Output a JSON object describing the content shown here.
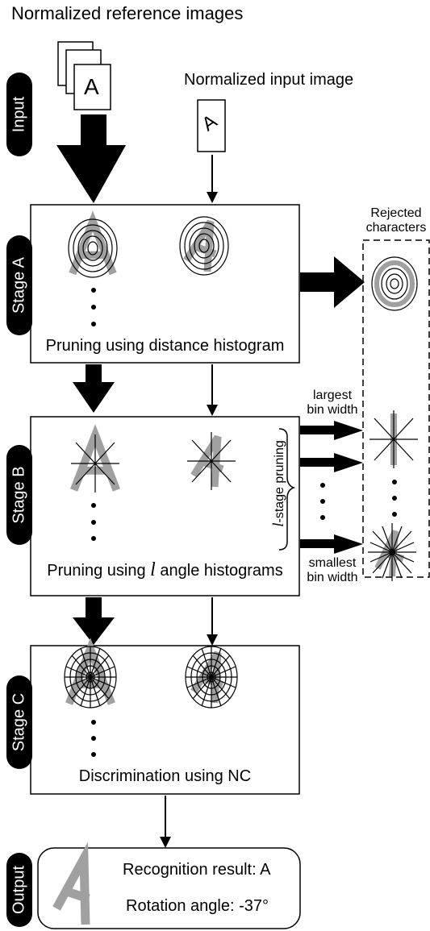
{
  "header": {
    "reference_images": "Normalized reference images",
    "input_image": "Normalized input image",
    "reference_glyph": "A",
    "input_glyph": "A"
  },
  "side_labels": {
    "input": "Input",
    "stage_a": "Stage A",
    "stage_b": "Stage B",
    "stage_c": "Stage C",
    "output": "Output"
  },
  "stage_a": {
    "caption": "Pruning using distance histogram"
  },
  "stage_b": {
    "caption_pre": "Pruning using ",
    "caption_var": "l",
    "caption_post": " angle histograms",
    "brace_var": "l",
    "brace_text": "-stage pruning"
  },
  "stage_c": {
    "caption": "Discrimination using NC"
  },
  "rejected": {
    "title_line1": "Rejected",
    "title_line2": "characters",
    "largest_line1": "largest",
    "largest_line2": "bin width",
    "smallest_line1": "smallest",
    "smallest_line2": "bin width"
  },
  "output": {
    "result": "Recognition result: A",
    "rotation": "Rotation angle: -37°"
  },
  "colors": {
    "glyph_gray": "#a0a0a0",
    "ink": "#000000",
    "background": "#ffffff"
  },
  "icons": [
    "stacked-pages-icon",
    "input-page-icon",
    "concentric-circles-icon",
    "star-lines-icon",
    "polar-grid-icon",
    "rotated-a-glyph-icon"
  ]
}
